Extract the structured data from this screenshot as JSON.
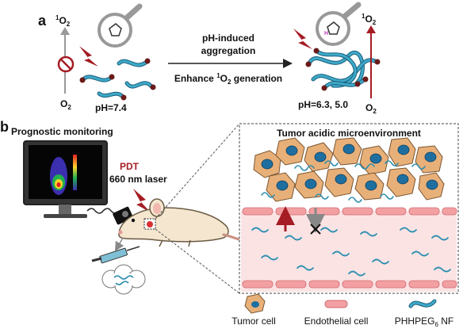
{
  "panel_a": {
    "label": "a",
    "left_top": {
      "prefix": "1",
      "text": "O",
      "sub": "2"
    },
    "left_bottom": {
      "text": "O",
      "sub": "2"
    },
    "right_top": {
      "prefix": "1",
      "text": "O",
      "sub": "2"
    },
    "right_bottom": {
      "text": "O",
      "sub": "2"
    },
    "ph_left": "pH=7.4",
    "ph_right": "pH=6.3, 5.0",
    "arrow_line1": "pH-induced",
    "arrow_line2": "aggregation",
    "arrow_line3_pre": "Enhance ",
    "arrow_line3_sup": "1",
    "arrow_line3_post": "O",
    "arrow_line3_sub": "2",
    "arrow_line3_end": " generation",
    "colors": {
      "accent_red": "#a51c24",
      "polymer_blue": "#3fa9c9",
      "polymer_dark": "#1a5f7a",
      "ball": "#6b1a1a"
    }
  },
  "panel_b": {
    "label": "b",
    "prognostic": "Prognostic monitoring",
    "pdt": "PDT",
    "laser": "660 nm laser",
    "tumor_title": "Tumor acidic microenvironment",
    "colors": {
      "cell_fill": "#e8b079",
      "nucleus": "#1e6fa0",
      "endothelial": "#f3a0a3",
      "vessel_bg": "#fbe3e4"
    }
  },
  "legend": {
    "tumor_cell": "Tumor cell",
    "endothelial_cell": "Endothelial cell",
    "nf_pre": "PHHPEG",
    "nf_sub": "6",
    "nf_post": " NF"
  }
}
